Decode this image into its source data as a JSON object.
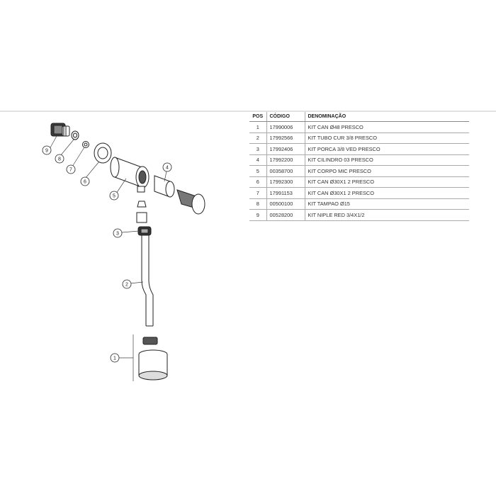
{
  "table": {
    "headers": {
      "pos": "POS",
      "code": "CÓDIGO",
      "name": "DENOMINAÇÃO"
    },
    "rows": [
      {
        "pos": "1",
        "code": "17990006",
        "name": "KIT CAN Ø48 PRESCO"
      },
      {
        "pos": "2",
        "code": "17992566",
        "name": "KIT TUBO CUR 3/8 PRESCO"
      },
      {
        "pos": "3",
        "code": "17992406",
        "name": "KIT PORCA 3/8 VED PRESCO"
      },
      {
        "pos": "4",
        "code": "17992200",
        "name": "KIT CILINDRO 03 PRESCO"
      },
      {
        "pos": "5",
        "code": "00358700",
        "name": "KIT CORPO MIC PRESCO"
      },
      {
        "pos": "6",
        "code": "17992300",
        "name": "KIT CAN Ø30X1 2 PRESCO"
      },
      {
        "pos": "7",
        "code": "17991153",
        "name": "KIT CAN Ø30X1 2 PRESCO"
      },
      {
        "pos": "8",
        "code": "00500100",
        "name": "KIT TAMPAO Ø15"
      },
      {
        "pos": "9",
        "code": "00528200",
        "name": "KIT NIPLE RED 3/4X1/2"
      }
    ]
  },
  "diagram": {
    "callouts": [
      "1",
      "2",
      "3",
      "4",
      "5",
      "6",
      "7",
      "8",
      "9"
    ]
  }
}
